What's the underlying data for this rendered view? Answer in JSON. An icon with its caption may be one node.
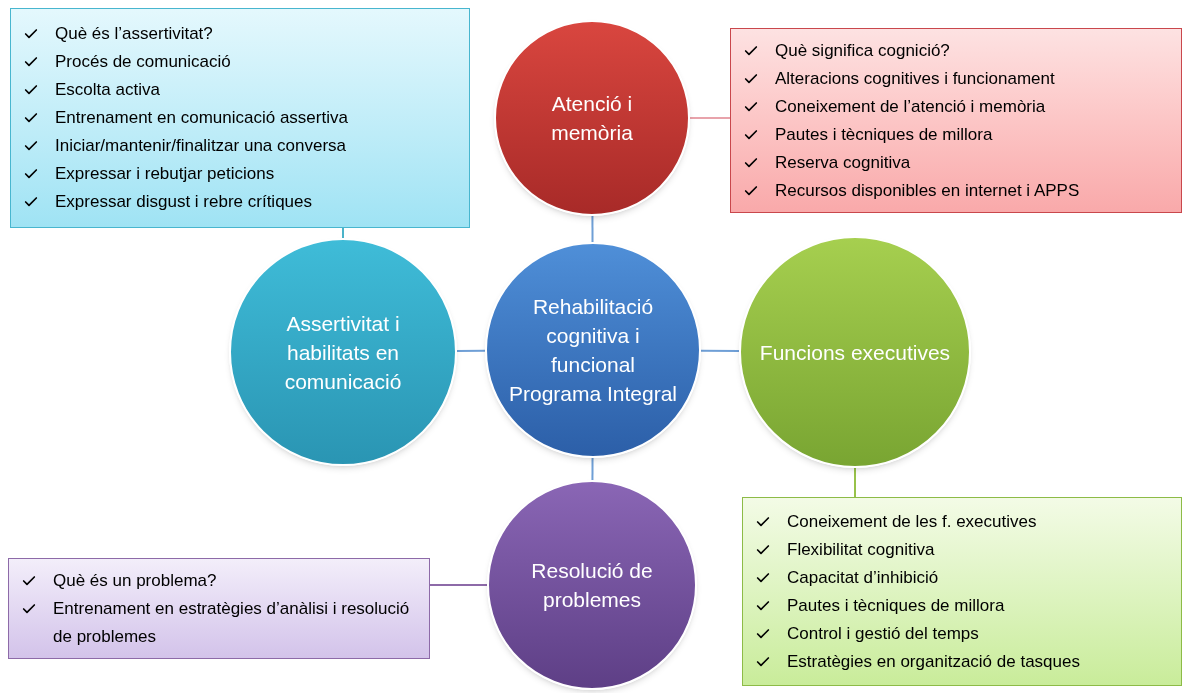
{
  "diagram": {
    "nodes": [
      {
        "text": [
          "Rehabilitació cognitiva i funcional Programa Integral"
        ]
      },
      {
        "text": [
          "Atenció i memòria"
        ]
      },
      {
        "text": [
          "Assertivitat i habilitats en comunicació"
        ]
      },
      {
        "text": [
          "Funcions executives"
        ]
      },
      {
        "text": [
          "Resolució de problemes"
        ]
      },
      {
        "text": [
          "Què és l’assertivitat?",
          "Procés de comunicació",
          "Escolta activa",
          "Entrenament en comunicació assertiva",
          "Iniciar/mantenir/finalitzar una conversa",
          "Expressar i rebutjar peticions",
          "Expressar disgust i rebre crítiques"
        ]
      },
      {
        "text": [
          "Què significa cognició?",
          "Alteracions cognitives i funcionament",
          "Coneixement de l’atenció i memòria",
          "Pautes i tècniques de millora",
          "Reserva cognitiva",
          "Recursos disponibles en internet i APPS"
        ]
      },
      {
        "text": [
          "Coneixement de les f. executives",
          "Flexibilitat cognitiva",
          "Capacitat d’inhibició",
          "Pautes i tècniques de millora",
          "Control i gestió del temps",
          "Estratègies en organització de tasques"
        ]
      },
      {
        "text": [
          "Què és un problema?",
          "Entrenament en estratègies d’anàlisi i resolució de problemes"
        ]
      }
    ],
    "edges": [
      {
        "from": 0,
        "to": 1,
        "arrow": "none"
      },
      {
        "from": 0,
        "to": 2,
        "arrow": "none"
      },
      {
        "from": 0,
        "to": 3,
        "arrow": "none"
      },
      {
        "from": 0,
        "to": 4,
        "arrow": "none"
      },
      {
        "from": 1,
        "to": 6,
        "arrow": "none",
        "color": "#e8a3ab"
      },
      {
        "from": 2,
        "to": 5,
        "arrow": "none",
        "color": "#4bb3c9"
      },
      {
        "from": 3,
        "to": 7,
        "arrow": "none",
        "color": "#98c24a"
      },
      {
        "from": 4,
        "to": 8,
        "arrow": "none",
        "color": "#8d6aa8"
      }
    ]
  }
}
